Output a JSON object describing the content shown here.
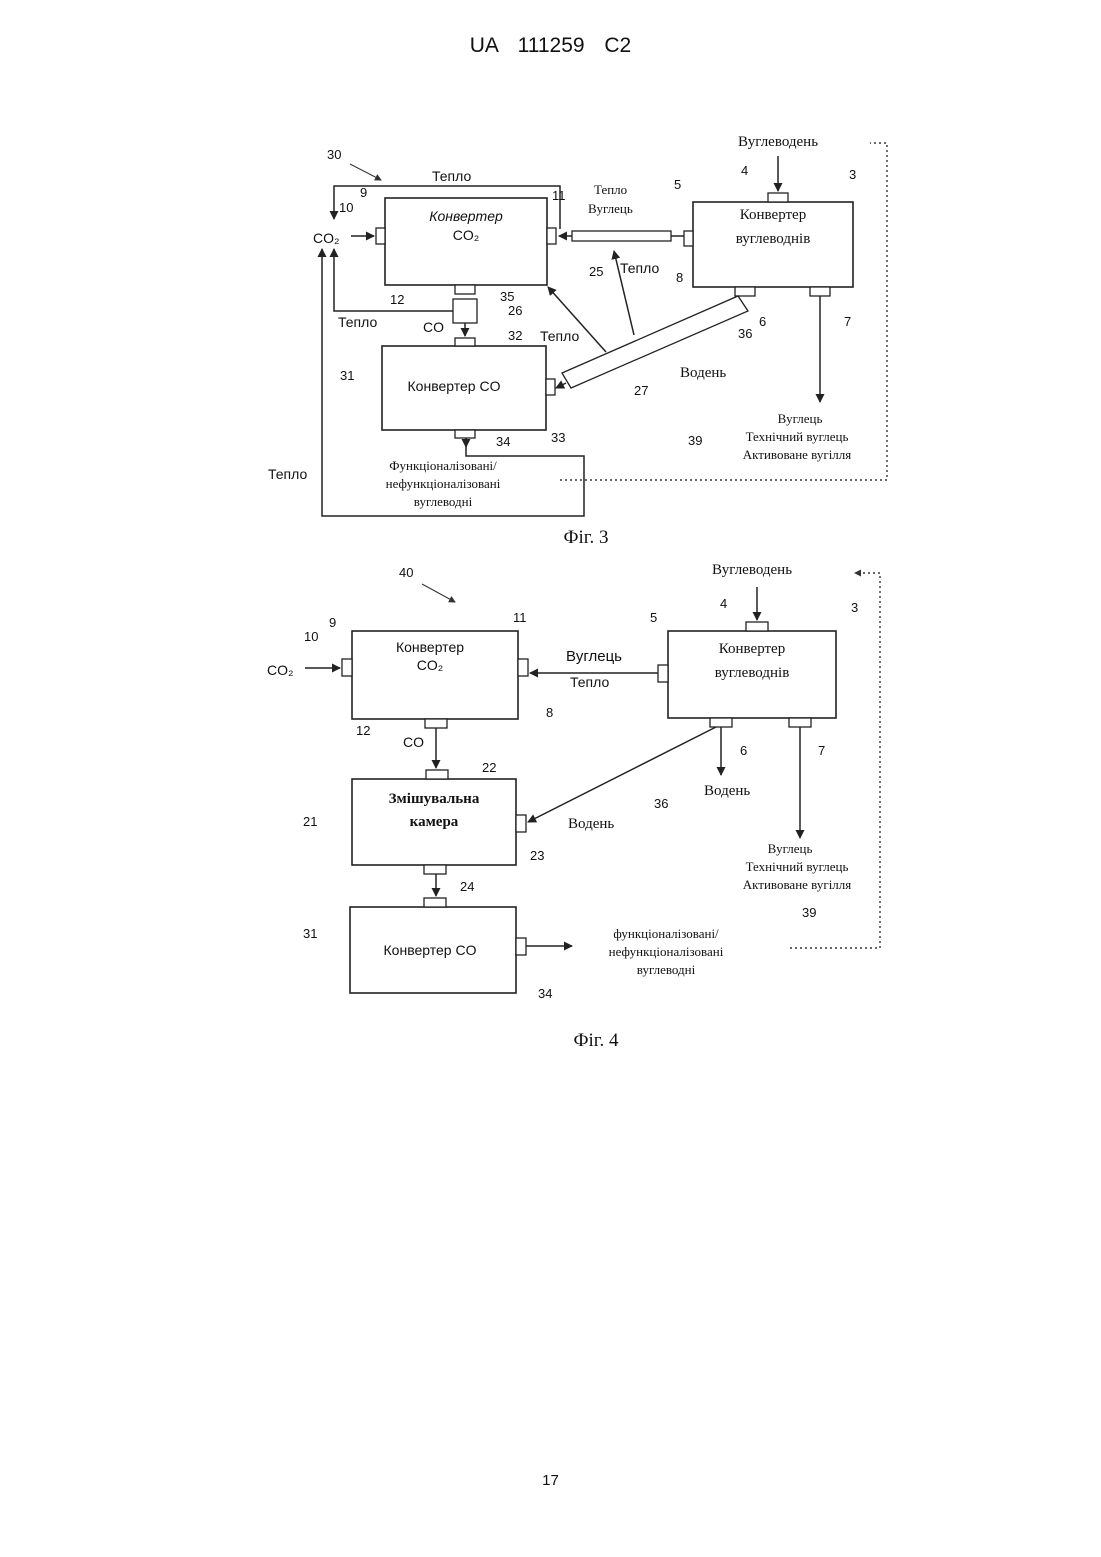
{
  "header": {
    "doc_id": "UA   111259   C2"
  },
  "page_number": "17",
  "fig3": {
    "caption": "Фіг. 3",
    "ref": "30",
    "co2_converter": {
      "title": "Конвертер",
      "sub": "CO₂"
    },
    "hc_converter": {
      "title": "Конвертер",
      "sub": "вуглеводнів"
    },
    "co_converter": {
      "title": "Конвертер CO"
    },
    "labels": {
      "heat_top": "Тепло",
      "heat_carbon_1": "Тепло",
      "heat_carbon_2": "Вуглець",
      "hydrocarbon_in": "Вуглеводень",
      "co2_in": "CO₂",
      "heat_mid": "Тепло",
      "heat_left": "Тепло",
      "co": "CO",
      "heat_32": "Тепло",
      "hydrogen": "Водень",
      "carbon_out_1": "Вуглець",
      "carbon_out_2": "Технічний вуглець",
      "carbon_out_3": "Активоване вугілля",
      "heat_far_left": "Тепло",
      "products_1": "Функціоналізовані/",
      "products_2": "нефункціоналізовані",
      "products_3": "вуглеводні"
    },
    "numbers": [
      "30",
      "9",
      "10",
      "11",
      "5",
      "4",
      "3",
      "25",
      "8",
      "12",
      "35",
      "26",
      "32",
      "36",
      "6",
      "7",
      "31",
      "27",
      "33",
      "34",
      "39"
    ]
  },
  "fig4": {
    "caption": "Фіг. 4",
    "ref": "40",
    "co2_converter": {
      "title": "Конвертер",
      "sub": "CO₂"
    },
    "hc_converter": {
      "title": "Конвертер",
      "sub": "вуглеводнів"
    },
    "mixing_chamber": {
      "title": "Змішувальна",
      "sub": "камера"
    },
    "co_converter": {
      "title": "Конвертер CO"
    },
    "labels": {
      "hydrocarbon_in": "Вуглеводень",
      "co2_in": "CO₂",
      "carbon": "Вуглець",
      "heat": "Тепло",
      "co": "CO",
      "hydrogen_1": "Водень",
      "hydrogen_2": "Водень",
      "carbon_out_1": "Вуглець",
      "carbon_out_2": "Технічний вуглець",
      "carbon_out_3": "Активоване вугілля",
      "products_1": "функціоналізовані/",
      "products_2": "нефункціоналізовані",
      "products_3": "вуглеводні"
    },
    "numbers": [
      "40",
      "9",
      "10",
      "11",
      "5",
      "4",
      "3",
      "8",
      "12",
      "22",
      "6",
      "7",
      "36",
      "21",
      "23",
      "24",
      "31",
      "34",
      "39"
    ]
  }
}
